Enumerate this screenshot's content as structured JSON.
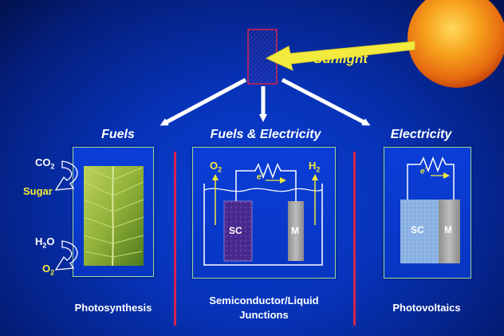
{
  "sunlight_label": "Sunlight",
  "headings": {
    "fuels": "Fuels",
    "fuels_electricity": "Fuels & Electricity",
    "electricity": "Electricity"
  },
  "captions": {
    "photosynthesis": "Photosynthesis",
    "sc_liquid_line1": "Semiconductor/Liquid",
    "sc_liquid_line2": "Junctions",
    "photovoltaics": "Photovoltaics"
  },
  "photosynthesis": {
    "co2_base": "CO",
    "co2_sub": "2",
    "sugar": "Sugar",
    "h2o_base": "H",
    "h2o_sub": "2",
    "h2o_tail": "O",
    "o2_base": "O",
    "o2_sub": "2"
  },
  "pec": {
    "o2_base": "O",
    "o2_sub": "2",
    "h2_base": "H",
    "h2_sub": "2",
    "electron": "e",
    "sc": "SC",
    "m": "M"
  },
  "pv": {
    "electron": "e",
    "sc": "SC",
    "m": "M"
  },
  "colors": {
    "accent_yellow": "#f2ea3c",
    "divider_red": "#d4244c",
    "panel_border": "#9fd7a0",
    "sun_orange": "#f7a11d"
  }
}
